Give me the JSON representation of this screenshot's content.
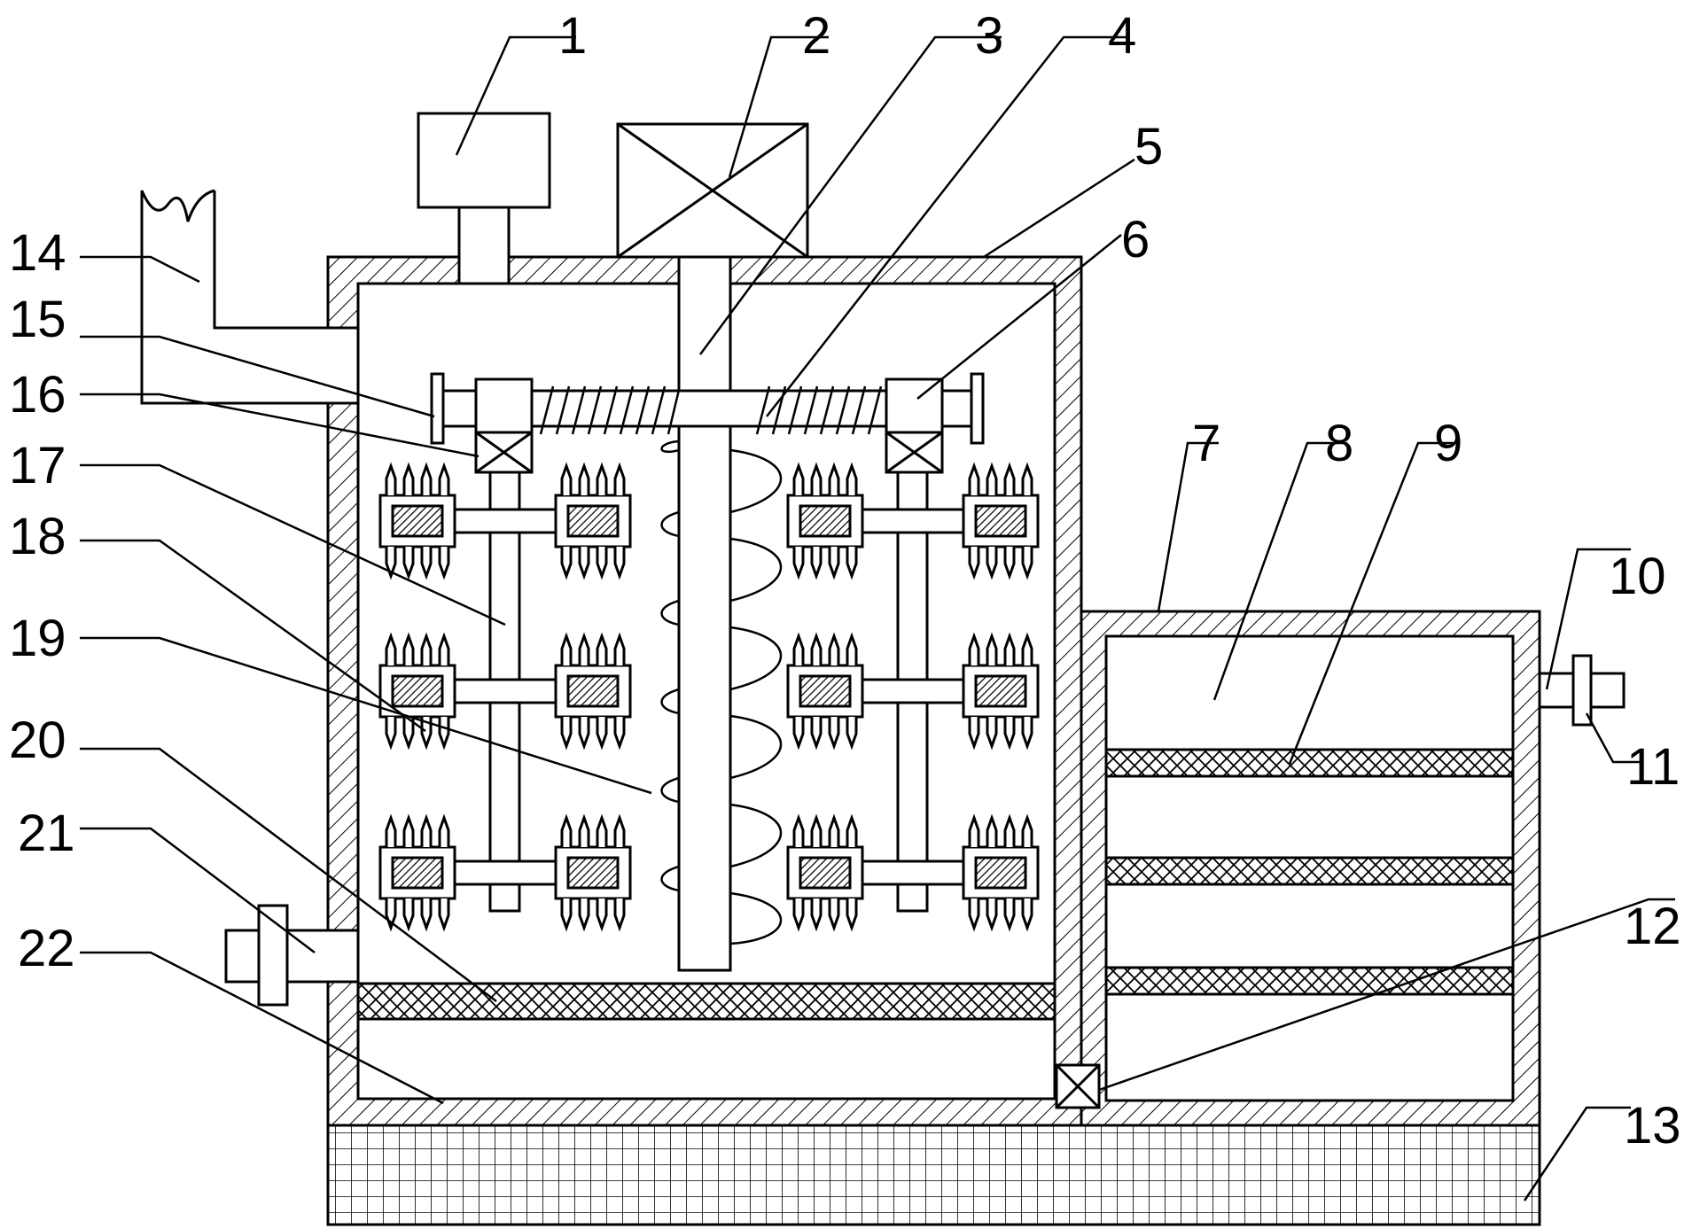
{
  "labels": {
    "l1": "1",
    "l2": "2",
    "l3": "3",
    "l4": "4",
    "l5": "5",
    "l6": "6",
    "l7": "7",
    "l8": "8",
    "l9": "9",
    "l10": "10",
    "l11": "11",
    "l12": "12",
    "l13": "13",
    "l14": "14",
    "l15": "15",
    "l16": "16",
    "l17": "17",
    "l18": "18",
    "l19": "19",
    "l20": "20",
    "l21": "21",
    "l22": "22"
  },
  "colors": {
    "stroke": "#000000",
    "background": "#ffffff"
  }
}
